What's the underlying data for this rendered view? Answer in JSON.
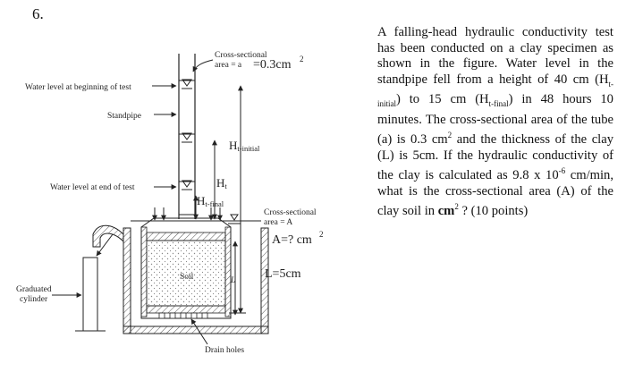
{
  "question_number": "6.",
  "figure": {
    "cs_tube_line1": "Cross-sectional",
    "cs_tube_line2": "area = a",
    "cs_tube_value": "=0.3cm",
    "cs_tube_sup": "2",
    "label_water_begin": "Water level at beginning of test",
    "label_standpipe": "Standpipe",
    "label_water_end": "Water level at end of test",
    "label_graduated_line1": "Graduated",
    "label_graduated_line2": "cylinder",
    "label_ht_initial_main": "H",
    "label_ht_initial_sub": "t-initial",
    "label_ht_main": "H",
    "label_ht_sub": "t",
    "label_ht_final_main": "H",
    "label_ht_final_sub": "t-final",
    "cs_soil_line1": "Cross-sectional",
    "cs_soil_line2": "area = A",
    "label_area_question": "A=? cm",
    "label_area_sup": "2",
    "label_soil": "Soil",
    "label_L": "L",
    "label_L_value": "L=5cm",
    "label_drain": "Drain holes"
  },
  "problem": {
    "p1": "A falling-head hydraulic conductivity test has been conducted on a clay specimen as shown in the figure. Water level in the standpipe fell from a height of 40 cm (H",
    "p1_sub": "t-initial",
    "p2": ") to 15 cm (H",
    "p2_sub": "t-final",
    "p3": ") in 48 hours 10 minutes. The cross-sectional area of the tube (a) is 0.3 cm",
    "p3_sup": "2",
    "p4": " and the thickness of the clay (L) is 5cm. If the hydraulic conductivity of the clay is calculated as 9.8 x 10",
    "p4_sup": "-6",
    "p5": " cm/min, what is the cross-sectional area (A) of the clay soil in ",
    "p5_bold": "cm",
    "p5_sup": "2",
    "p6": " ? (10 points)"
  },
  "colors": {
    "ink": "#222222",
    "hatch": "#555555",
    "soil": "#999999"
  }
}
